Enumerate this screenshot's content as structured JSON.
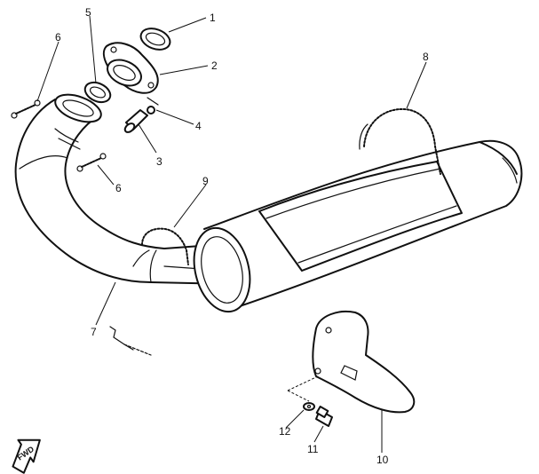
{
  "diagram": {
    "callouts": [
      {
        "id": "1",
        "part": "gasket-outer"
      },
      {
        "id": "2",
        "part": "exhaust-flange"
      },
      {
        "id": "3",
        "part": "flange-bolt"
      },
      {
        "id": "4",
        "part": "washer"
      },
      {
        "id": "5",
        "part": "gasket-inner"
      },
      {
        "id": "6",
        "part": "spring-upper"
      },
      {
        "id": "6",
        "part": "spring-lower"
      },
      {
        "id": "7",
        "part": "exhaust-pipe"
      },
      {
        "id": "8",
        "part": "muffler-wire-spring"
      },
      {
        "id": "9",
        "part": "pipe-wire-spring"
      },
      {
        "id": "10",
        "part": "muffler-bracket"
      },
      {
        "id": "11",
        "part": "bracket-bolt"
      },
      {
        "id": "12",
        "part": "bracket-washer"
      }
    ],
    "direction_arrow": "FWD"
  }
}
